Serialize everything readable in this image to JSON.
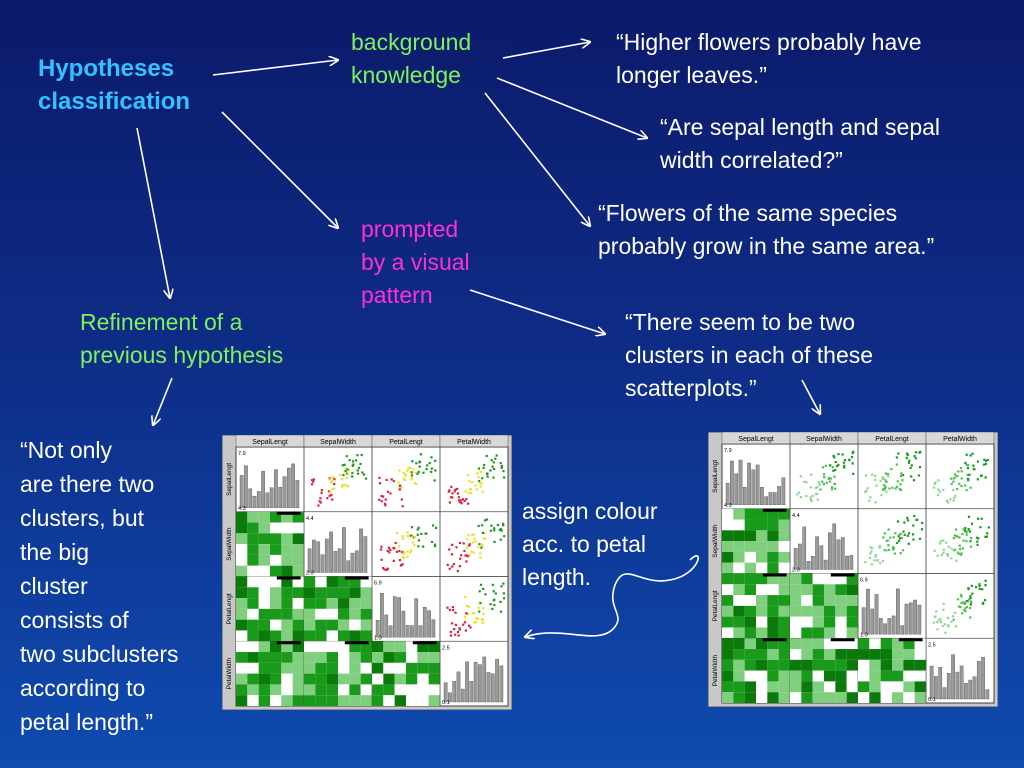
{
  "labels": {
    "hypotheses": "Hypotheses\nclassification",
    "background": "background\nknowledge",
    "prompted": "prompted\nby a visual\npattern",
    "refinement": "Refinement of a\nprevious hypothesis",
    "quote_higher": "“Higher flowers probably have\nlonger leaves.”",
    "quote_sepal": "“Are sepal length and sepal\nwidth correlated?”",
    "quote_species": "“Flowers of the same species\nprobably grow in the same area.”",
    "quote_clusters": "“There seem to be two\nclusters in each of these\nscatterplots.”",
    "quote_notonly": "“Not only\nare there two\nclusters, but\nthe big\ncluster\nconsists of\ntwo subclusters\naccording to\npetal length.”",
    "assign": "assign colour\nacc. to petal\nlength."
  },
  "matrix": {
    "columns": [
      "SepalLengt",
      "SepalWidth",
      "PetalLengt",
      "PetalWidth"
    ],
    "rows": [
      "SepalLengt",
      "SepalWidth",
      "PetalLengt",
      "PetalWidth"
    ],
    "diag_max": [
      "7.9",
      "4.4",
      "6.9",
      "2.5"
    ],
    "diag_min": [
      "4.3",
      "2.0",
      "1.0",
      "0.1"
    ]
  },
  "colors": {
    "label_cyan": "#33c2ff",
    "label_green": "#7ff25a",
    "label_magenta": "#ff2fd6",
    "dot_green": "#1a9a1a",
    "dot_red": "#e0203a",
    "dot_yellow": "#f0e020"
  }
}
